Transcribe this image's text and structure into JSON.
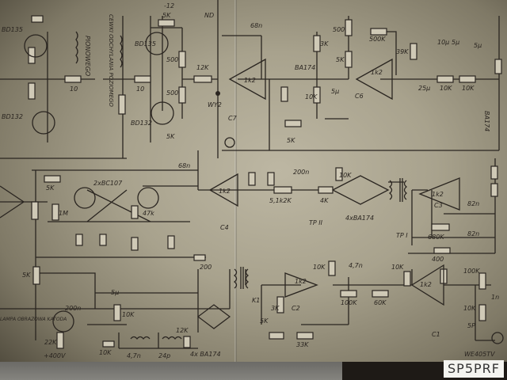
{
  "watermark": "SP5PRF",
  "labels": {
    "bd135": "BD135",
    "bd132": "BD132",
    "bd135b": "BD135",
    "bd132b": "BD132",
    "pionowego": "PIONOWEGO",
    "cewki": "CEWKI ODCHYLANIA POZIOMEGO",
    "minus12": "-12",
    "r5k_a": "5K",
    "r500_a": "500",
    "r500_b": "500",
    "r12k": "12K",
    "r5k_b": "5K",
    "r10_a": "10",
    "r10_b": "10",
    "wy2": "WY2",
    "c7": "C7",
    "c68n_a": "68n",
    "ic1k2_a": "1k2",
    "ba174_a": "BA174",
    "r3k": "3K",
    "r500_c": "500",
    "r500k": "500K",
    "r5k_c": "5K",
    "r10k_a": "10K",
    "c5u_a": "5µ",
    "c6": "C6",
    "ic1k2_b": "1k2",
    "r39k": "39K",
    "c10u": "10µ",
    "c5u_b": "5µ",
    "c5u_c": "5µ",
    "c25u": "25µ",
    "r10k_b": "10K",
    "r10k_c": "10K",
    "ba174_b": "BA174",
    "r5k_d": "5K",
    "out_nd": "ND",
    "r5k_e": "5K",
    "r1m": "1M",
    "bc107": "2xBC107",
    "r47k": "47k",
    "c68n_b": "68n",
    "c4": "C4",
    "ic1k2_c": "1k2",
    "r5_12k": "5,1k2K",
    "c200n": "200n",
    "r4k": "4K",
    "r10k_d": "10K",
    "tp2": "TP II",
    "bridge_a": "4xBA174",
    "ic1k2_d": "1k2",
    "c3": "C3",
    "c82n_a": "82n",
    "tp1": "TP I",
    "r680k": "680K",
    "c82n_b": "82n",
    "r400": "400",
    "r5k_f": "5K",
    "r200": "200",
    "c200n_b": "200n",
    "c5u_d": "5µ",
    "r10k_e": "10K",
    "r12k_b": "12K",
    "bridge_b": "4x BA174",
    "r10k_f": "10K",
    "c47n": "4,7n",
    "c24p": "24p",
    "hv": "+400V",
    "r22k": "22K",
    "lamp": "LAMPA OBRAZOWA KATODA",
    "k1": "K1",
    "r3k_b": "3K",
    "c2": "C2",
    "r5k_g": "5K",
    "r33k": "33K",
    "ic1k2_e": "1k2",
    "r10k_g": "10K",
    "c47n_b": "4,7n",
    "r100k": "100K",
    "r60k": "60K",
    "r10k_h": "10K",
    "ic1k2_f": "1k2",
    "r100k_b": "100K",
    "r10k_i": "10K",
    "c5p": "5P",
    "c1": "C1",
    "c1n": "1n",
    "tube": "WE405TV"
  },
  "colors": {
    "paper": "#b0aa95",
    "ink": "#2a2520",
    "watermark_bg": "#f4f4f0"
  }
}
